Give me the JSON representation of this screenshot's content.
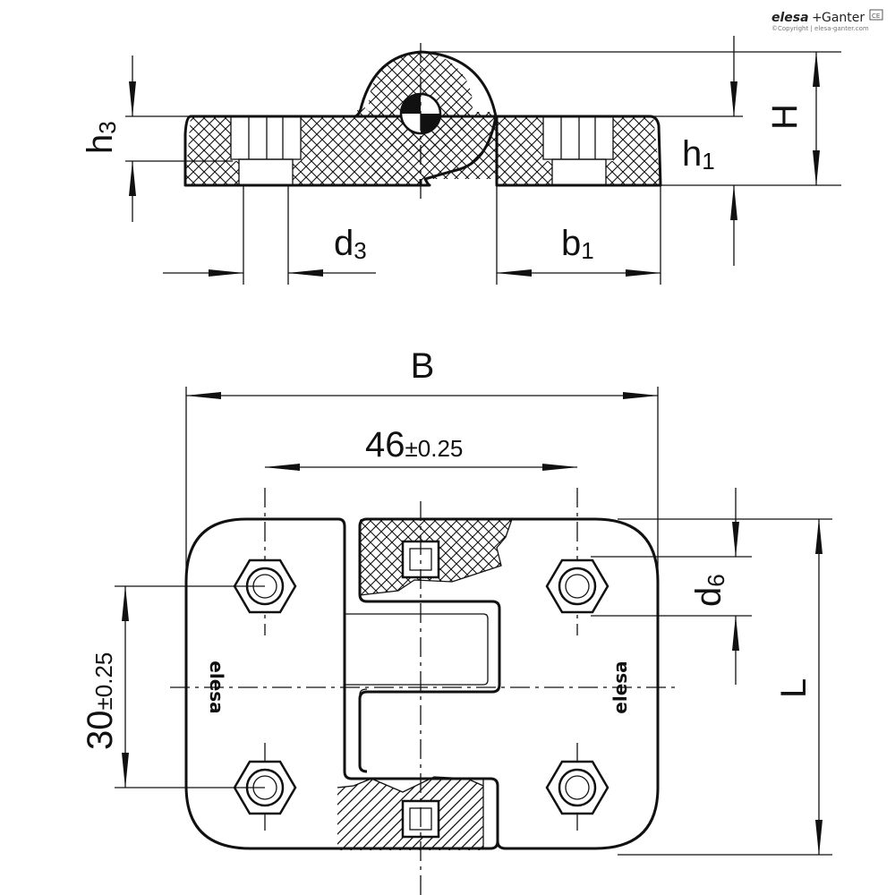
{
  "brand": {
    "logo_left": "elesa",
    "logo_plus": "+",
    "logo_right": "Ganter",
    "copyright": "©Copyright | elesa-ganter.com",
    "cert_badge": "CE"
  },
  "side_view": {
    "h3": {
      "main": "h",
      "sub": "3"
    },
    "h1": {
      "main": "h",
      "sub": "1"
    },
    "H": {
      "main": "H"
    },
    "d3": {
      "main": "d",
      "sub": "3"
    },
    "b1": {
      "main": "b",
      "sub": "1"
    }
  },
  "top_view": {
    "B": {
      "main": "B"
    },
    "span": {
      "main": "46",
      "tol": "±0.25"
    },
    "pitch": {
      "main": "30",
      "tol": "±0.25"
    },
    "d6": {
      "main": "d",
      "sub": "6"
    },
    "L": {
      "main": "L"
    },
    "embossed_left": "elesa",
    "embossed_right": "elesa"
  },
  "colors": {
    "line": "#111111",
    "background": "#ffffff"
  }
}
